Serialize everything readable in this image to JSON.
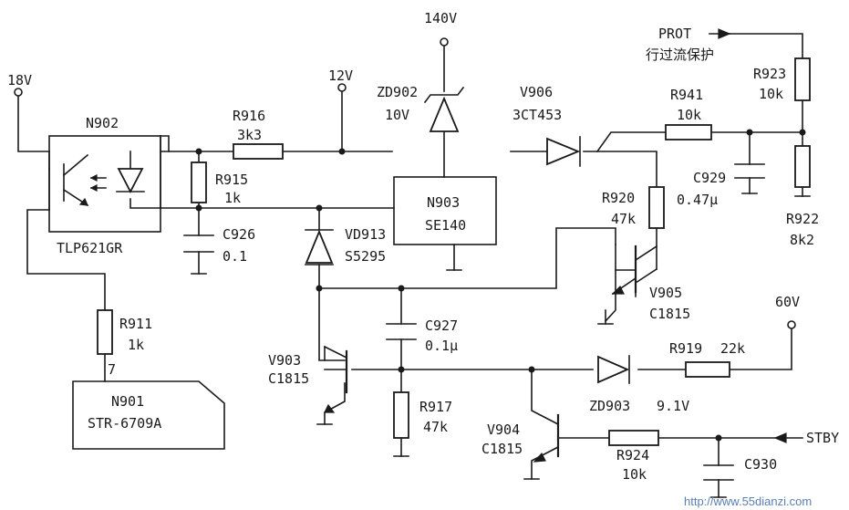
{
  "terminals": {
    "v18": "18V",
    "v12": "12V",
    "v140": "140V",
    "v60": "60V",
    "prot": "PROT",
    "prot_note": "行过流保护",
    "stby": "STBY"
  },
  "parts": {
    "n902": "N902",
    "tlp": "TLP621GR",
    "n901": "N901",
    "n901_type": "STR-6709A",
    "n901_pin": "7",
    "n903": "N903",
    "n903_type": "SE140",
    "r911": "R911",
    "r911_v": "1k",
    "r915": "R915",
    "r915_v": "1k",
    "r916": "R916",
    "r916_v": "3k3",
    "c926": "C926",
    "c926_v": "0.1",
    "vd913": "VD913",
    "vd913_v": "S5295",
    "zd902": "ZD902",
    "zd902_v": "10V",
    "v906": "V906",
    "v906_v": "3CT453",
    "r941": "R941",
    "r941_v": "10k",
    "c929": "C929",
    "c929_v": "0.47μ",
    "r923": "R923",
    "r923_v": "10k",
    "r922": "R922",
    "r922_v": "8k2",
    "r920": "R920",
    "r920_v": "47k",
    "v905": "V905",
    "v905_v": "C1815",
    "c927": "C927",
    "c927_v": "0.1μ",
    "v903": "V903",
    "v903_v": "C1815",
    "r917": "R917",
    "r917_v": "47k",
    "zd903": "ZD903",
    "zd903_v": "9.1V",
    "r919": "R919",
    "r919_v": "22k",
    "v904": "V904",
    "v904_v": "C1815",
    "r924": "R924",
    "r924_v": "10k",
    "c930": "C930"
  },
  "watermark": "http://www.55dianzi.com"
}
